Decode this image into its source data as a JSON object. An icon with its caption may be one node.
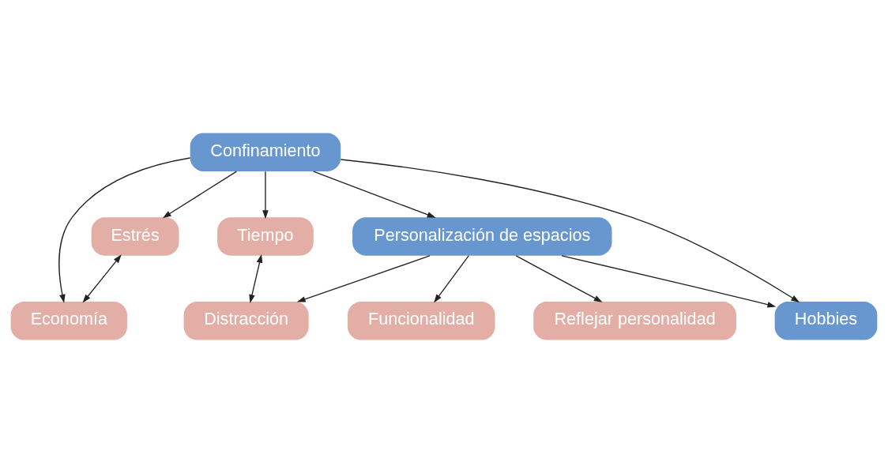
{
  "diagram": {
    "nodes": [
      {
        "text": [
          "Economía"
        ]
      },
      {
        "text": [
          "Estrés"
        ]
      },
      {
        "text": [
          "Distracción"
        ]
      },
      {
        "text": [
          "Funcionalidad"
        ]
      },
      {
        "text": [
          "Tiempo"
        ]
      },
      {
        "text": [
          "Confinamiento"
        ]
      },
      {
        "text": [
          "Personalización de espacios"
        ]
      },
      {
        "text": [
          "Reflejar personalidad"
        ]
      },
      {
        "text": [
          "Hobbies"
        ]
      }
    ],
    "edges": [
      {
        "from": 1,
        "to": 0,
        "arrow": "both"
      },
      {
        "from": 5,
        "to": 1,
        "arrow": "to"
      },
      {
        "from": 5,
        "to": 0,
        "arrow": "to"
      },
      {
        "from": 5,
        "to": 4,
        "arrow": "to"
      },
      {
        "from": 4,
        "to": 2,
        "arrow": "both"
      },
      {
        "from": 5,
        "to": 6,
        "arrow": "to"
      },
      {
        "from": 6,
        "to": 2,
        "arrow": "to"
      },
      {
        "from": 6,
        "to": 3,
        "arrow": "to"
      },
      {
        "from": 6,
        "to": 7,
        "arrow": "to"
      },
      {
        "from": 5,
        "to": 8,
        "arrow": "to"
      },
      {
        "from": 6,
        "to": 8,
        "arrow": "to"
      }
    ]
  }
}
